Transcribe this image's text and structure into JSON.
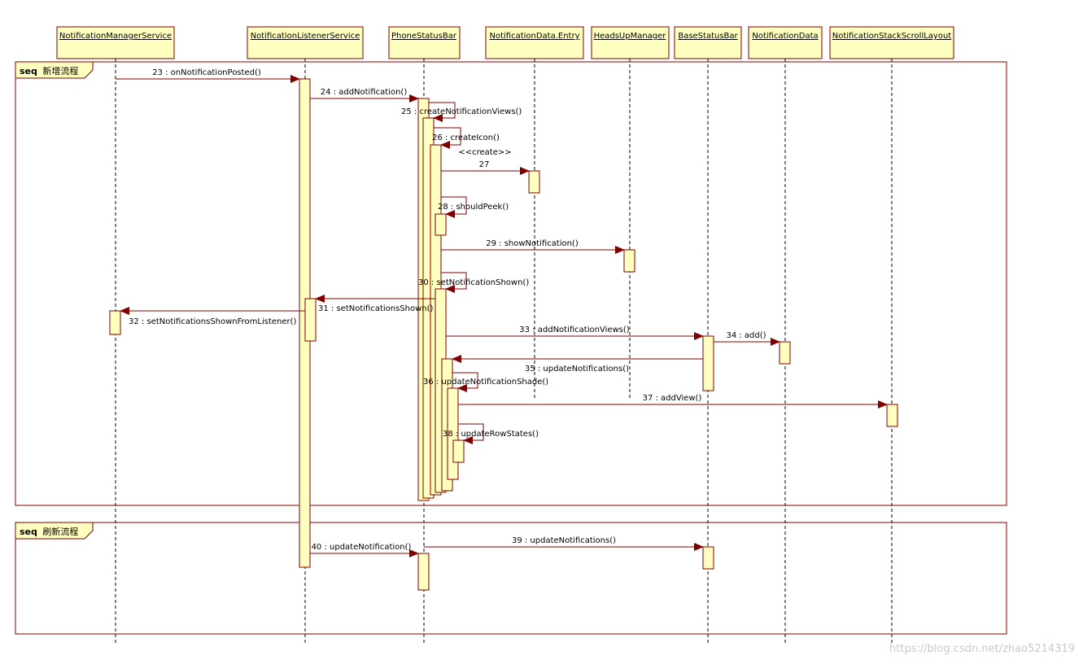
{
  "colors": {
    "lifeline_box_fill": "#ffffc0",
    "activation_fill": "#ffffc0",
    "border": "#800000",
    "arrow": "#800000",
    "frame": "#800000"
  },
  "lifelines": [
    {
      "id": "nms",
      "label": "NotificationManagerService"
    },
    {
      "id": "nls",
      "label": "NotificationListenerService"
    },
    {
      "id": "psb",
      "label": "PhoneStatusBar"
    },
    {
      "id": "nde",
      "label": "NotificationData.Entry"
    },
    {
      "id": "hum",
      "label": "HeadsUpManager"
    },
    {
      "id": "bsb",
      "label": "BaseStatusBar"
    },
    {
      "id": "nd",
      "label": "NotificationData"
    },
    {
      "id": "nssl",
      "label": "NotificationStackScrollLayout"
    }
  ],
  "frames": [
    {
      "id": "frame-add",
      "keyword": "seq",
      "title": "新增流程"
    },
    {
      "id": "frame-refresh",
      "keyword": "seq",
      "title": "刷新流程"
    }
  ],
  "messages": [
    {
      "id": "m23",
      "label": "23 : onNotificationPosted()"
    },
    {
      "id": "m24",
      "label": "24 : addNotification()"
    },
    {
      "id": "m25",
      "label": "25 : createNotificationViews()"
    },
    {
      "id": "m26",
      "label": "26 : createIcon()"
    },
    {
      "id": "m27",
      "label": "27",
      "stereotype": "<<create>>"
    },
    {
      "id": "m28",
      "label": "28 : shouldPeek()"
    },
    {
      "id": "m29",
      "label": "29 : showNotification()"
    },
    {
      "id": "m30",
      "label": "30 : setNotificationShown()"
    },
    {
      "id": "m31",
      "label": "31 : setNotificationsShown()"
    },
    {
      "id": "m32",
      "label": "32 : setNotificationsShownFromListener()"
    },
    {
      "id": "m33",
      "label": "33 : addNotificationViews()"
    },
    {
      "id": "m34",
      "label": "34 : add()"
    },
    {
      "id": "m35",
      "label": "35 : updateNotifications()"
    },
    {
      "id": "m36",
      "label": "36 : updateNotificationShade()"
    },
    {
      "id": "m37",
      "label": "37 : addView()"
    },
    {
      "id": "m38",
      "label": "38 : updateRowStates()"
    },
    {
      "id": "m39",
      "label": "39 : updateNotifications()"
    },
    {
      "id": "m40",
      "label": "40 : updateNotification()"
    }
  ],
  "watermark": "https://blog.csdn.net/zhao5214319"
}
